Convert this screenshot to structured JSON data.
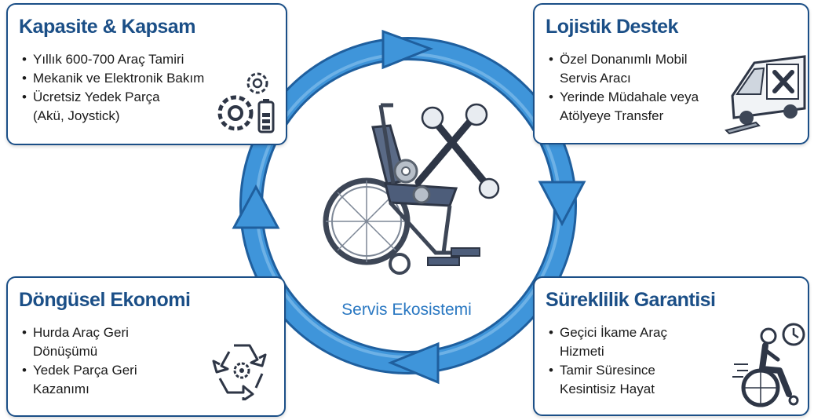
{
  "colors": {
    "ring": "#3a8fd6",
    "ring_dark": "#1f5f9e",
    "card_border": "#1b4f87",
    "title": "#1b4f87",
    "center_label": "#2a78c2"
  },
  "center": {
    "label": "Servis Ekosistemi",
    "illustration": "wheelchair-with-wrenches-icon"
  },
  "cards": {
    "top_left": {
      "title": "Kapasite & Kapsam",
      "items": [
        "Yıllık 600-700 Araç Tamiri",
        "Mekanik ve Elektronik Bakım",
        "Ücretsiz Yedek Parça\n(Akü, Joystick)"
      ],
      "icon": "gears-battery-icon"
    },
    "top_right": {
      "title": "Lojistik Destek",
      "items": [
        "Özel Donanımlı Mobil\nServis Aracı",
        "Yerinde Müdahale veya\nAtölyeye Transfer"
      ],
      "icon": "service-van-icon"
    },
    "bottom_left": {
      "title": "Döngüsel Ekonomi",
      "items": [
        "Hurda Araç Geri\nDönüşümü",
        "Yedek Parça Geri\nKazanımı"
      ],
      "icon": "recycle-icon"
    },
    "bottom_right": {
      "title": "Süreklilik Garantisi",
      "items": [
        "Geçici İkame Araç\nHizmeti",
        "Tamir Süresince\nKesintisiz Hayat"
      ],
      "icon": "wheelchair-user-clock-icon"
    }
  }
}
